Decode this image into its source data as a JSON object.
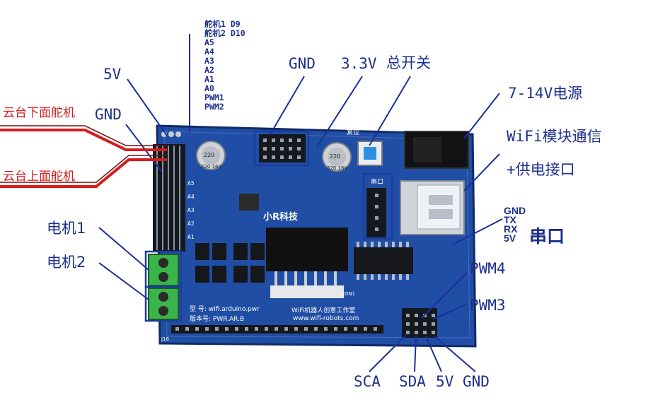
{
  "labels": {
    "gnd_top": "GND",
    "v33": "3.3V",
    "main_switch": "总开关",
    "power_7_14v": "7-14V电源",
    "wifi_line1": "WiFi模块通信",
    "wifi_line2": "+供电接口",
    "v5_left": "5V",
    "gnd_left": "GND",
    "motor1": "电机1",
    "motor2": "电机2",
    "servo_lower": "云台下面舵机",
    "servo_upper": "云台上面舵机",
    "pwm4": "PWM4",
    "pwm3": "PWM3",
    "sca": "SCA",
    "sda": "SDA",
    "v5_bottom": "5V",
    "gnd_bottom": "GND",
    "serial_port": "串口"
  },
  "pin_list": [
    "舵机1 D9",
    "舵机2 D10",
    "A5",
    "A4",
    "A3",
    "A2",
    "A1",
    "A0",
    "PWM1",
    "PWM2"
  ],
  "serial_pins": [
    "GND",
    "TX",
    "RX",
    "5V"
  ],
  "board_silkscreen": {
    "brand": "小R科技",
    "studio": "WiFi机器人创意工作室",
    "website": "www.wifi-robots.com",
    "model": "型 号: wifi.arduino.pwr",
    "version": "版本号: PWR.AR.B",
    "reset": "复位",
    "serial": "串口",
    "cap1_value": "220 16V",
    "cap2_value": "220 16V",
    "con1": "CON1",
    "j16": "J16"
  },
  "colors": {
    "pcb": "#1f4fa6",
    "annotation": "#1c2f8c",
    "red_wire": "#d41c1c",
    "terminal": "#36b24a",
    "highlight_box": "#1a3da0"
  }
}
